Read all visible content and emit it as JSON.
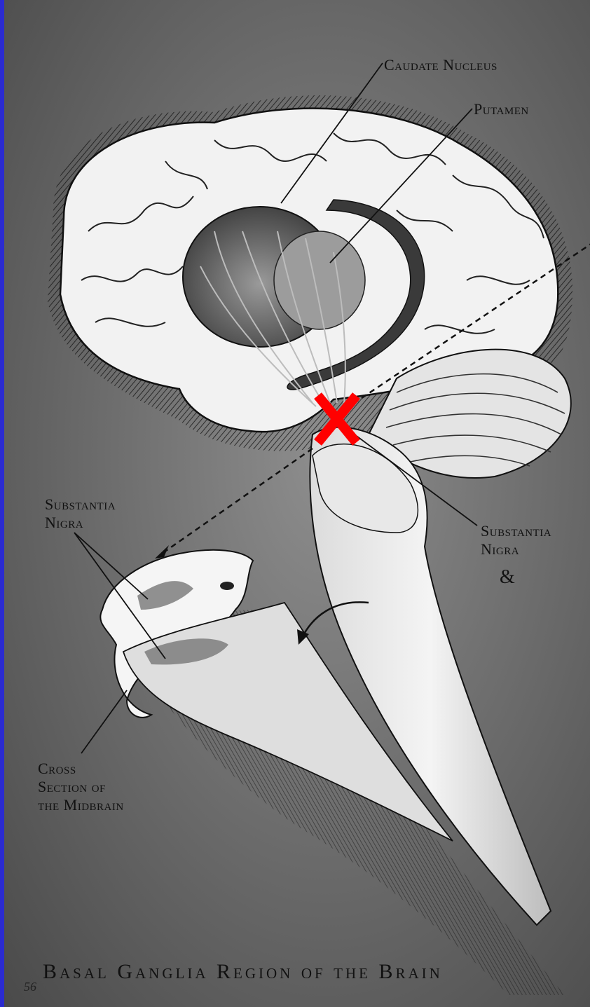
{
  "labels": {
    "caudate": "Caudate Nucleus",
    "putamen": "Putamen",
    "sn_right": "Substantia\nNigra",
    "ampersand": "&",
    "sn_left": "Substantia\nNigra",
    "cross_section": "Cross\nSection of\nthe Midbrain",
    "title": "Basal Ganglia Region of the Brain",
    "page_number": "56"
  },
  "marker": {
    "symbol": "X",
    "color": "#ff0000"
  },
  "colors": {
    "background": "#7a7a7a",
    "brain": "#f2f2f2",
    "left_border": "#2b2bd0"
  }
}
